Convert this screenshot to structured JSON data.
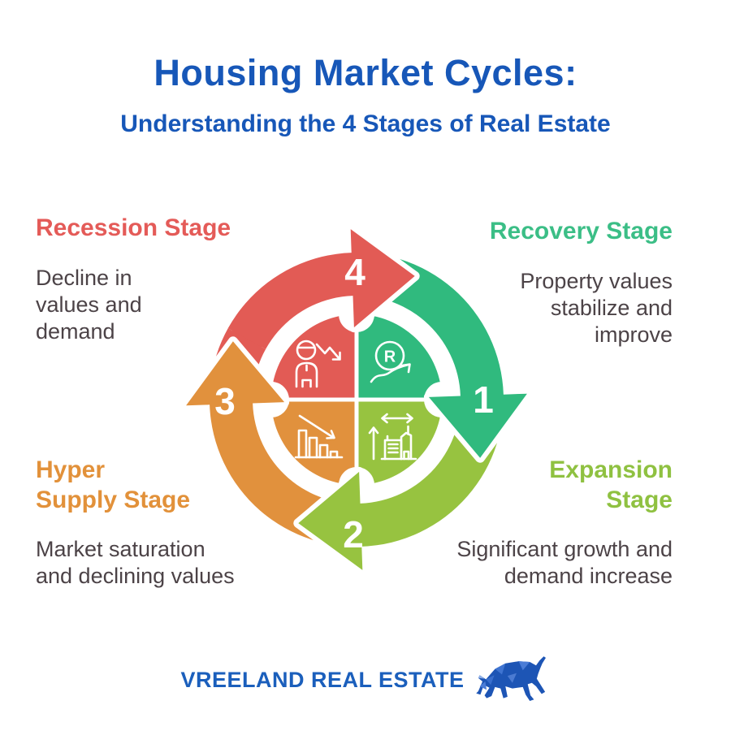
{
  "header": {
    "title": "Housing Market Cycles:",
    "subtitle": "Understanding the 4 Stages of Real Estate",
    "accent_color": "#1757B8"
  },
  "stages": [
    {
      "id": "recovery",
      "number": "1",
      "name": "Recovery Stage",
      "display_name": "Recovery Stage",
      "description": "Property values\nstabilize and\nimprove",
      "color": "#30BA7E",
      "heading_color": "#3BBE86",
      "icon": "price-recovery-icon",
      "icon_text": "R",
      "arrow_position": "right"
    },
    {
      "id": "expansion",
      "number": "2",
      "name": "Expansion Stage",
      "display_name": "Expansion\nStage",
      "description": "Significant growth and\ndemand increase",
      "color": "#97C340",
      "heading_color": "#8FC141",
      "icon": "building-growth-icon",
      "arrow_position": "bottom"
    },
    {
      "id": "hyper-supply",
      "number": "3",
      "name": "Hyper Supply Stage",
      "display_name": "Hyper\nSupply Stage",
      "description": "Market saturation\nand declining values",
      "color": "#E1913D",
      "heading_color": "#E2913A",
      "icon": "declining-bar-chart-icon",
      "arrow_position": "left"
    },
    {
      "id": "recession",
      "number": "4",
      "name": "Recession Stage",
      "display_name": "Recession Stage",
      "description": "Decline in\nvalues and\ndemand",
      "color": "#E25B55",
      "heading_color": "#E45B58",
      "icon": "person-value-decline-icon",
      "arrow_position": "top"
    }
  ],
  "body_text_color": "#4C4347",
  "footer": {
    "brand": "VREELAND REAL ESTATE",
    "color": "#1B5FBC",
    "logo": "bull-logo-icon"
  }
}
